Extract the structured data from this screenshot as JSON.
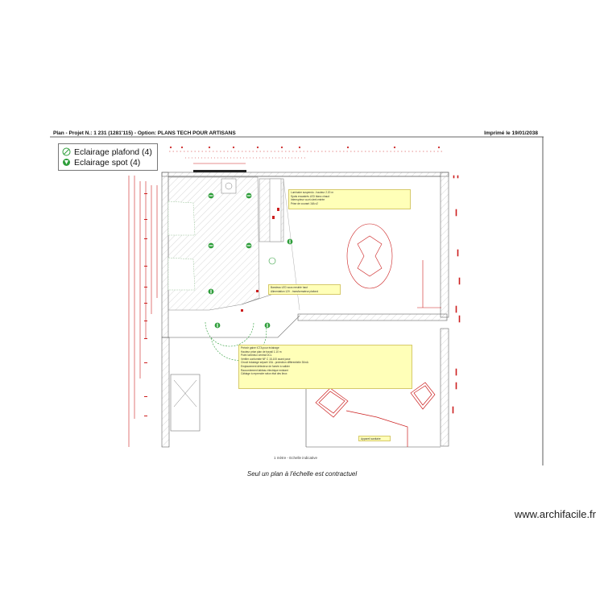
{
  "header": {
    "left": "Plan - Projet N.: 1 231 (1281'115) - Option: PLANS TECH POUR ARTISANS",
    "right": "Imprimé le 19/01/2038"
  },
  "legend": {
    "items": [
      {
        "label": "Eclairage plafond (4)",
        "icon": "ceiling-light-icon",
        "color": "#2e9e3a"
      },
      {
        "label": "Eclairage spot (4)",
        "icon": "spot-light-icon",
        "color": "#2e9e3a"
      }
    ]
  },
  "notes": {
    "note1": [
      "Luminaire suspendu - hauteur 2.20 m",
      "Spots encastrés LED blanc chaud",
      "Interrupteur va-et-vient entrée",
      "Prise de courant 16A x2"
    ],
    "note2": [
      "Bandeau LED sous meuble haut",
      "Alimentation 12V - transformateur plafond"
    ],
    "note3": [
      "Prévoir gaine ICTA pour éclairage",
      "Hauteur prise plan de travail 1.10 m",
      "Point lumineux central DCL",
      "Vérifier conformité NF C 15-100 avant pose",
      "Circuit éclairage séparé 10A - protection différentielle 30mA",
      "Emplacement détecteur de fumée à valider",
      "",
      "Raccordement tableau électrique existant",
      "Câblage à reprendre selon état des lieux"
    ],
    "note4": [
      "Appareil sanitaire"
    ]
  },
  "scale_label": "1 mètre - Echelle indicative",
  "footer": "Seul un plan à l'échelle est contractuel",
  "watermark": "www.archifacile.fr",
  "colors": {
    "wall": "#555555",
    "dimension": "#cc1f1f",
    "light": "#2e9e3a",
    "note_bg": "#ffffb8"
  }
}
